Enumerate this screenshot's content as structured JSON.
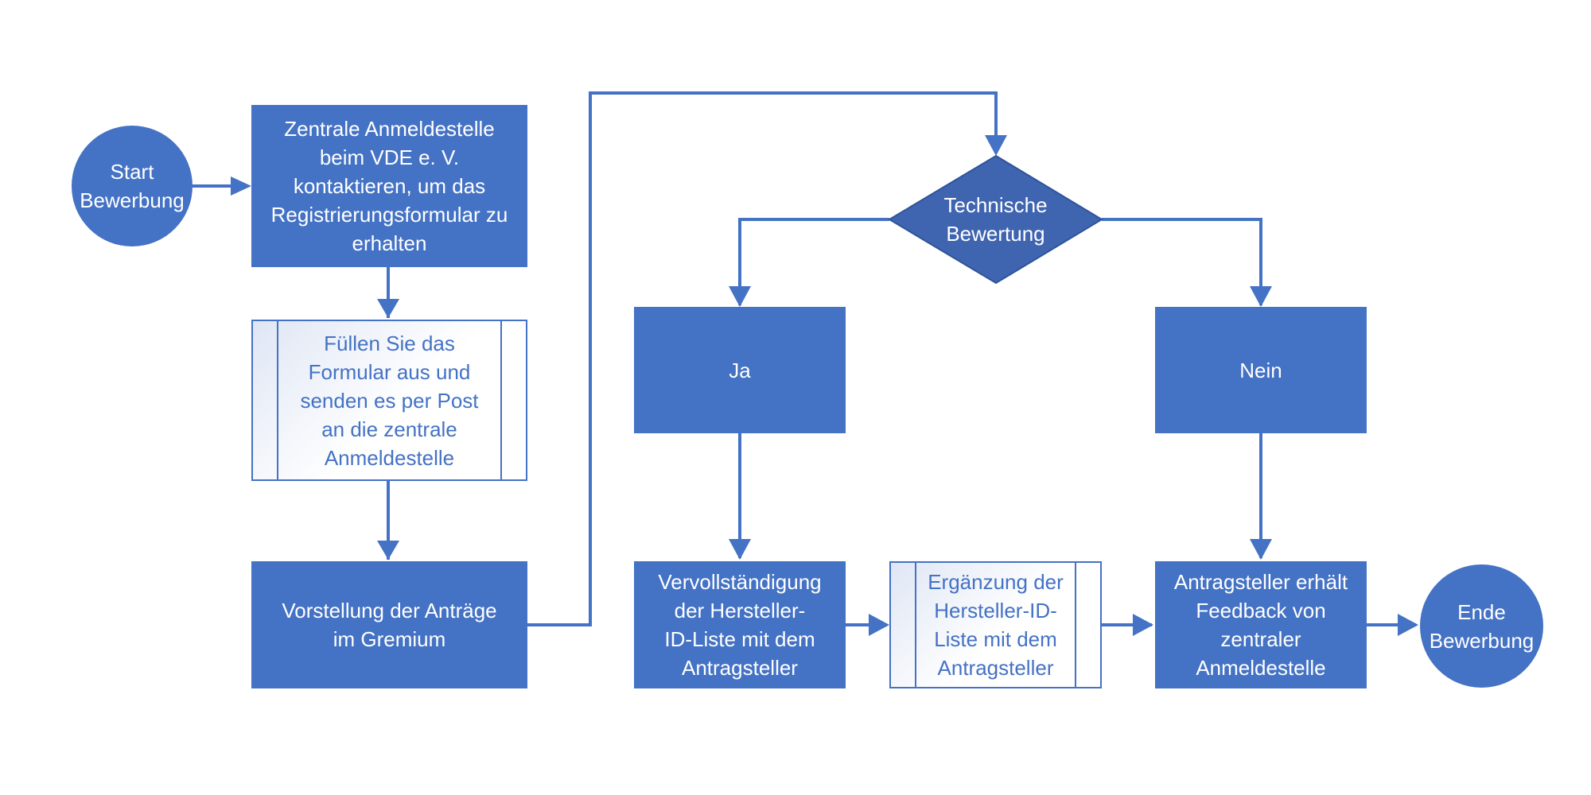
{
  "nodes": {
    "start": "Start\nBewerbung",
    "contact": "Zentrale Anmeldestelle\nbeim VDE e. V.\nkontaktieren, um das\nRegistrierungsformular zu\nerhalten",
    "form": "Füllen Sie das\nFormular aus und\nsenden es per Post\nan die zentrale\nAnmeldestelle",
    "present": "Vorstellung der Anträge\nim Gremium",
    "decision": "Technische\nBewertung",
    "yes": "Ja",
    "no": "Nein",
    "complete": "Vervollständigung\nder Hersteller-\nID-Liste mit dem\nAntragsteller",
    "supplement": "Ergänzung der\nHersteller-ID-\nListe mit dem\nAntragsteller",
    "feedback": "Antragsteller erhält\nFeedback von\nzentraler\nAnmeldestelle",
    "end": "Ende\nBewerbung"
  },
  "colors": {
    "primary": "#4472c4",
    "decision": "#3f64b0",
    "subprocess_text": "#4472c4"
  }
}
